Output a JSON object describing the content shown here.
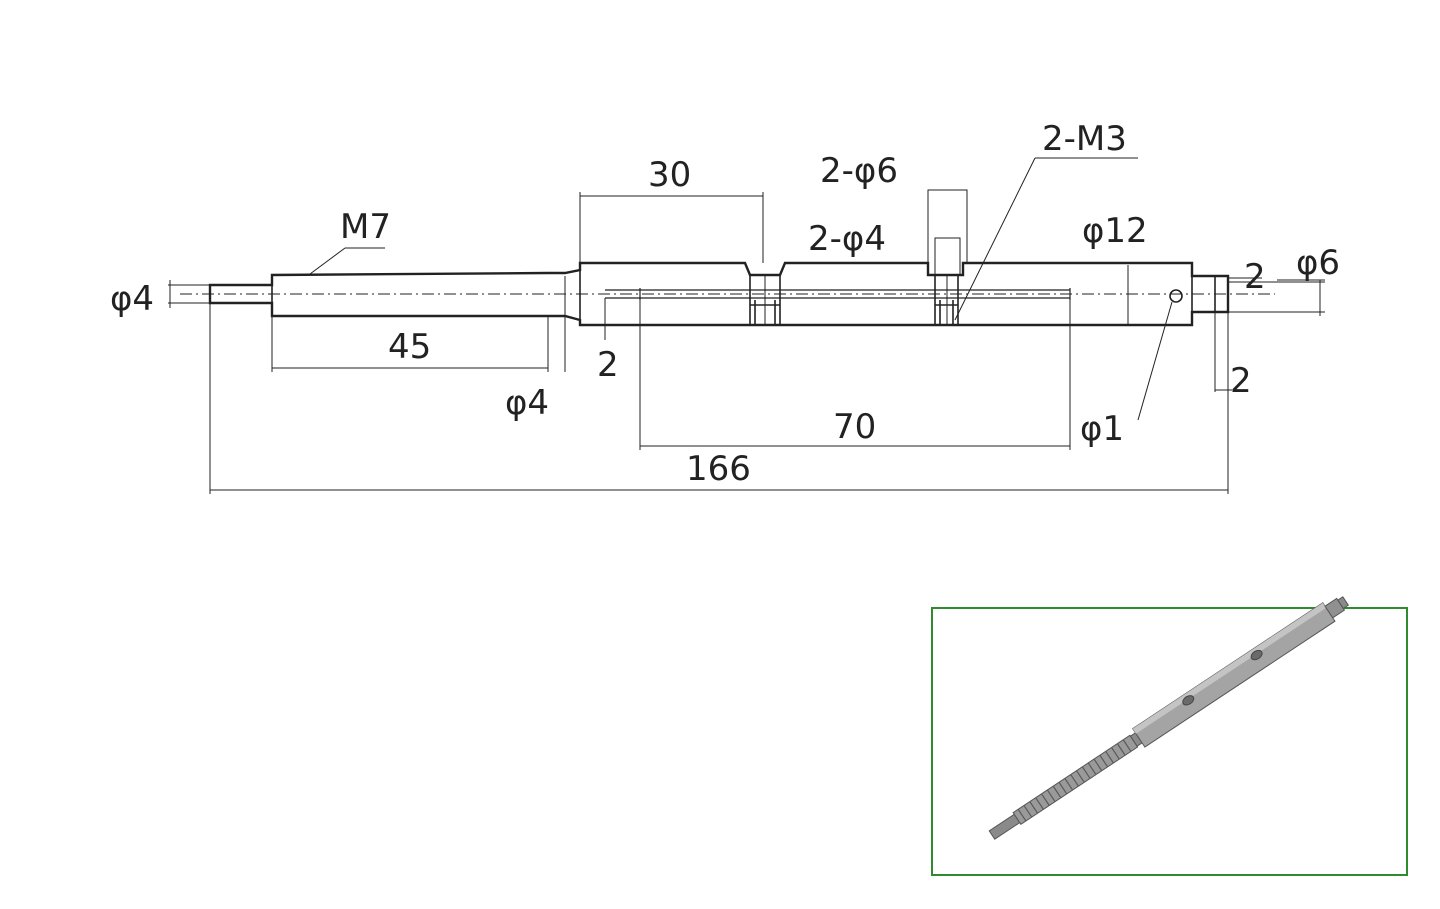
{
  "dimensions": {
    "thread_m7": "M7",
    "dia_left_end": "φ4",
    "len_thread": "45",
    "dia_undercut": "φ4",
    "len_30": "30",
    "hole_2phi6": "2-φ6",
    "hole_2phi4": "2-φ4",
    "tap_2m3": "2-M3",
    "dia_body": "φ12",
    "step_2_right": "2",
    "dia_right_end": "φ6",
    "step_2_left": "2",
    "step_2_bottom": "2",
    "len_70": "70",
    "pin_phi1": "φ1",
    "overall_166": "166"
  },
  "colors": {
    "line": "#222222",
    "frame": "#2e8b2e",
    "shaft_render": "#9a9a9a"
  }
}
